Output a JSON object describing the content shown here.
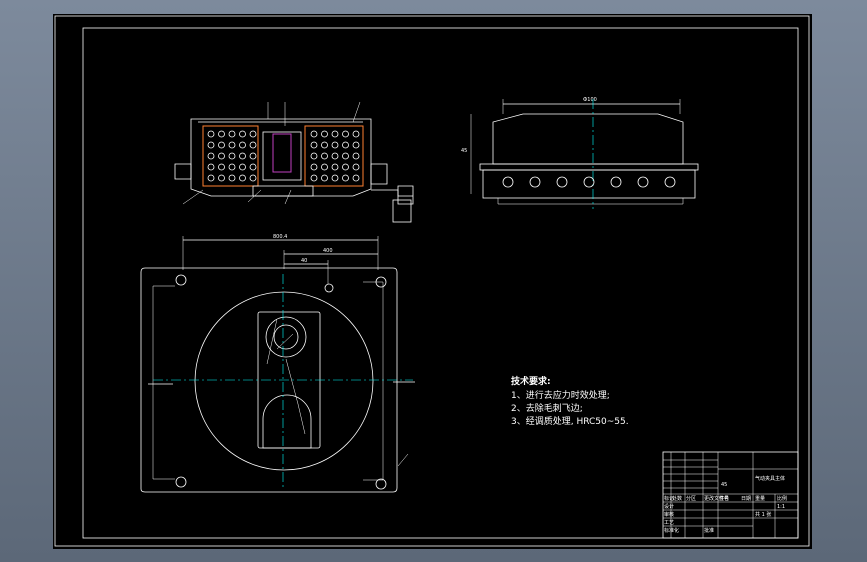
{
  "notes": {
    "title": "技术要求:",
    "items": [
      "1、进行去应力时效处理;",
      "2、去除毛刺飞边;",
      "3、经调质处理, HRC50~55."
    ]
  },
  "dimensions": {
    "top_overall": "Ф100",
    "plan_overall": "800.4",
    "plan_inner": "400",
    "plan_offset": "40",
    "side_height": "45"
  },
  "title_block": {
    "drawing_name": "气动夹具主体",
    "scale": "1:1",
    "sheet": "共 1 张",
    "material": "45",
    "header_labels": [
      "标记",
      "处数",
      "分区",
      "更改文件号",
      "签名",
      "日期"
    ],
    "role_labels": [
      "设计",
      "审核",
      "工艺",
      "标准化",
      "批准"
    ],
    "weight_label": "重量",
    "scale_label": "比例"
  },
  "colors": {
    "background": "#000000",
    "line": "#ffffff",
    "centerline": "#00ffff",
    "hatch": "#ff8030",
    "accent": "#c040c0"
  }
}
